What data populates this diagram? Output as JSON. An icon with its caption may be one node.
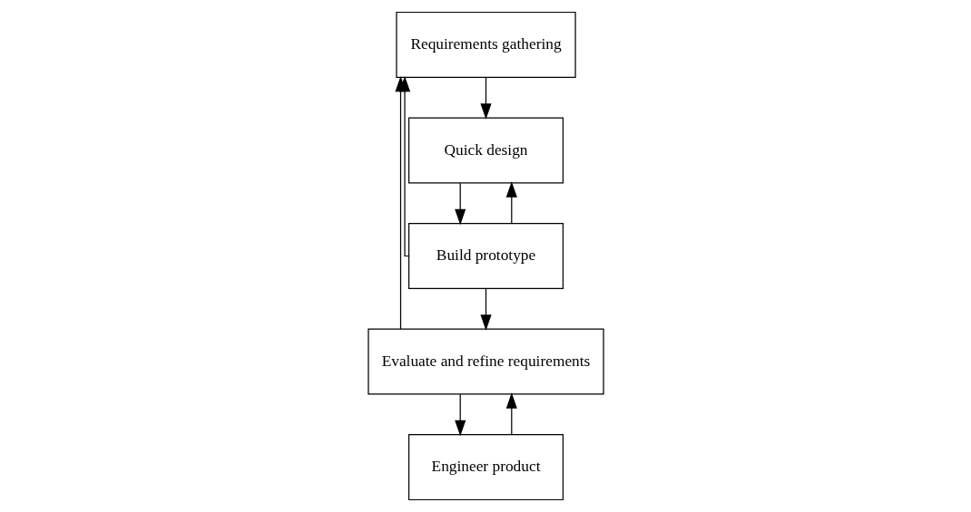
{
  "diagram": {
    "nodes": [
      {
        "text": [
          "Requirements gathering"
        ]
      },
      {
        "text": [
          "Quick design"
        ]
      },
      {
        "text": [
          "Build prototype"
        ]
      },
      {
        "text": [
          "Evaluate and refine requirements"
        ]
      },
      {
        "text": [
          "Engineer product"
        ]
      }
    ],
    "edges": [
      {
        "from": 0,
        "to": 1,
        "arrow": "to"
      },
      {
        "from": 1,
        "to": 2,
        "arrow": "to"
      },
      {
        "from": 2,
        "to": 3,
        "arrow": "to"
      },
      {
        "from": 3,
        "to": 4,
        "arrow": "to"
      },
      {
        "from": 2,
        "to": 1,
        "arrow": "to"
      },
      {
        "from": 2,
        "to": 0,
        "arrow": "to"
      },
      {
        "from": 3,
        "to": 0,
        "arrow": "to"
      },
      {
        "from": 4,
        "to": 3,
        "arrow": "to"
      }
    ]
  }
}
